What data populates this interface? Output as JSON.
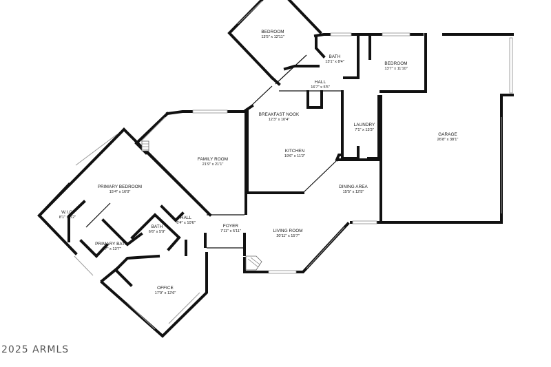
{
  "rooms": [
    {
      "id": "bedroom-2",
      "name": "BEDROOM",
      "dims": "13'5\" x 12'11\""
    },
    {
      "id": "bath-2",
      "name": "BATH",
      "dims": "13'1\" x 8'4\""
    },
    {
      "id": "bedroom-3",
      "name": "BEDROOM",
      "dims": "13'7\" x 11'10\""
    },
    {
      "id": "hall-1",
      "name": "HALL",
      "dims": "16'7\" x 5'5\""
    },
    {
      "id": "breakfast-nook",
      "name": "BREAKFAST NOOK",
      "dims": "12'3\" x 10'4\""
    },
    {
      "id": "kitchen",
      "name": "KITCHEN",
      "dims": "19'6\" x 11'2\""
    },
    {
      "id": "laundry",
      "name": "LAUNDRY",
      "dims": "7'1\" x 13'3\""
    },
    {
      "id": "garage",
      "name": "GARAGE",
      "dims": "26'8\" x 38'1\""
    },
    {
      "id": "family-room",
      "name": "FAMILY ROOM",
      "dims": "21'9\" x 21'1\""
    },
    {
      "id": "dining-area",
      "name": "DINING AREA",
      "dims": "15'5\" x 12'5\""
    },
    {
      "id": "primary-bedroom",
      "name": "PRIMARY BEDROOM",
      "dims": "15'4\" x 16'0\""
    },
    {
      "id": "wic",
      "name": "W.I.C.",
      "dims": "8'1\" x 8'2\""
    },
    {
      "id": "hall-2",
      "name": "HALL",
      "dims": "6'4\" x 10'6\""
    },
    {
      "id": "bath-1",
      "name": "BATH",
      "dims": "6'6\" x 5'9\""
    },
    {
      "id": "foyer",
      "name": "FOYER",
      "dims": "7'11\" x 5'11\""
    },
    {
      "id": "primary-bath",
      "name": "PRIMARY BATH",
      "dims": "9'7\" x 13'7\""
    },
    {
      "id": "living-room",
      "name": "LIVING ROOM",
      "dims": "20'11\" x 15'7\""
    },
    {
      "id": "office",
      "name": "OFFICE",
      "dims": "17'9\" x 12'6\""
    }
  ],
  "watermark": "2025 ARMLS"
}
